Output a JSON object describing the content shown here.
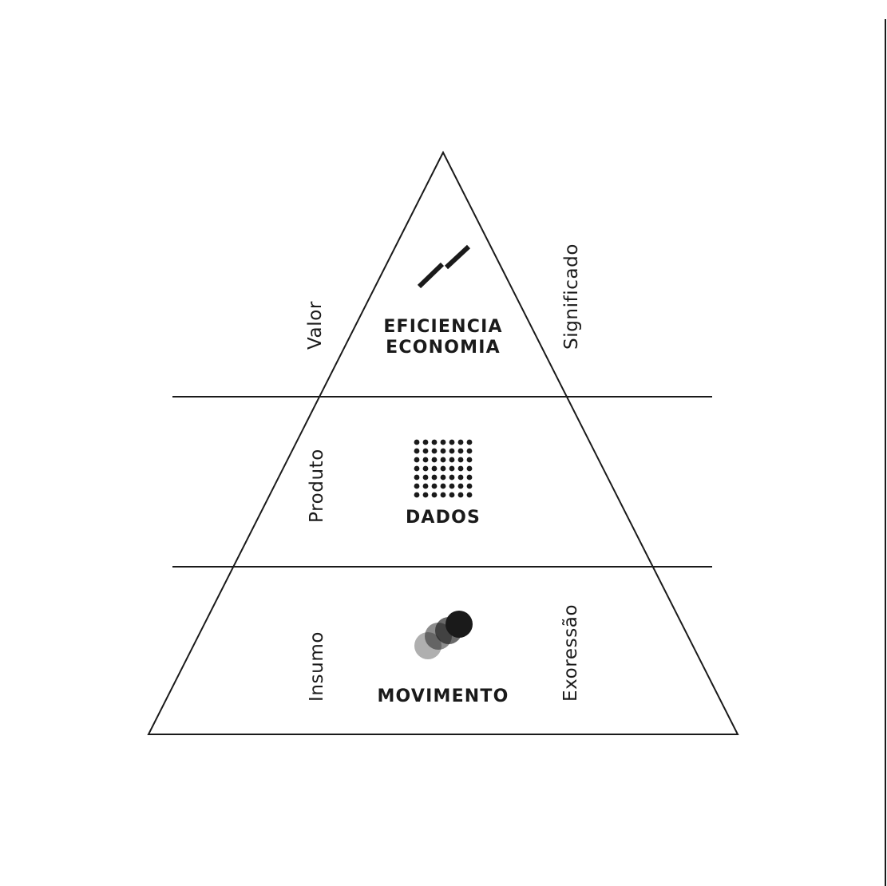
{
  "diagram": {
    "tiers": {
      "top": {
        "title_line1": "EFICIENCIA",
        "title_line2": "ECONOMIA",
        "left_label": "Valor",
        "right_label": "Significado",
        "icon": "rising-steps-icon"
      },
      "middle": {
        "title": "DADOS",
        "left_label": "Produto",
        "icon": "dot-grid-icon",
        "dot_grid": {
          "rows": 7,
          "cols": 7
        }
      },
      "bottom": {
        "title": "MOVIMENTO",
        "left_label": "Insumo",
        "right_label": "Exoressão",
        "icon": "motion-circles-icon"
      }
    },
    "colors": {
      "ink": "#1a1a1a",
      "background": "#ffffff"
    }
  }
}
